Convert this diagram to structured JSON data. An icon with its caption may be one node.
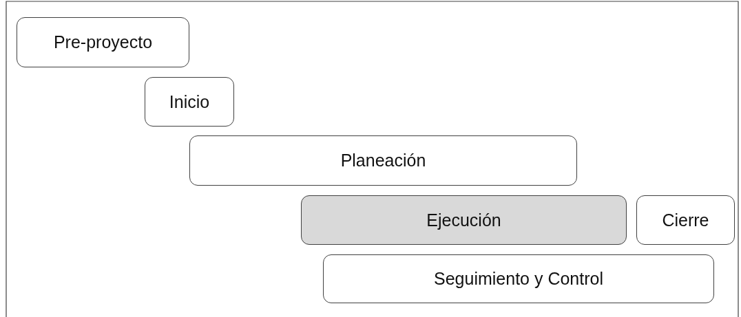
{
  "diagram": {
    "nodes": [
      {
        "text": [
          "Pre-proyecto"
        ]
      },
      {
        "text": [
          "Inicio"
        ]
      },
      {
        "text": [
          "Planeación"
        ]
      },
      {
        "text": [
          "Ejecución"
        ]
      },
      {
        "text": [
          "Cierre"
        ]
      },
      {
        "text": [
          "Seguimiento y Control"
        ]
      }
    ]
  }
}
